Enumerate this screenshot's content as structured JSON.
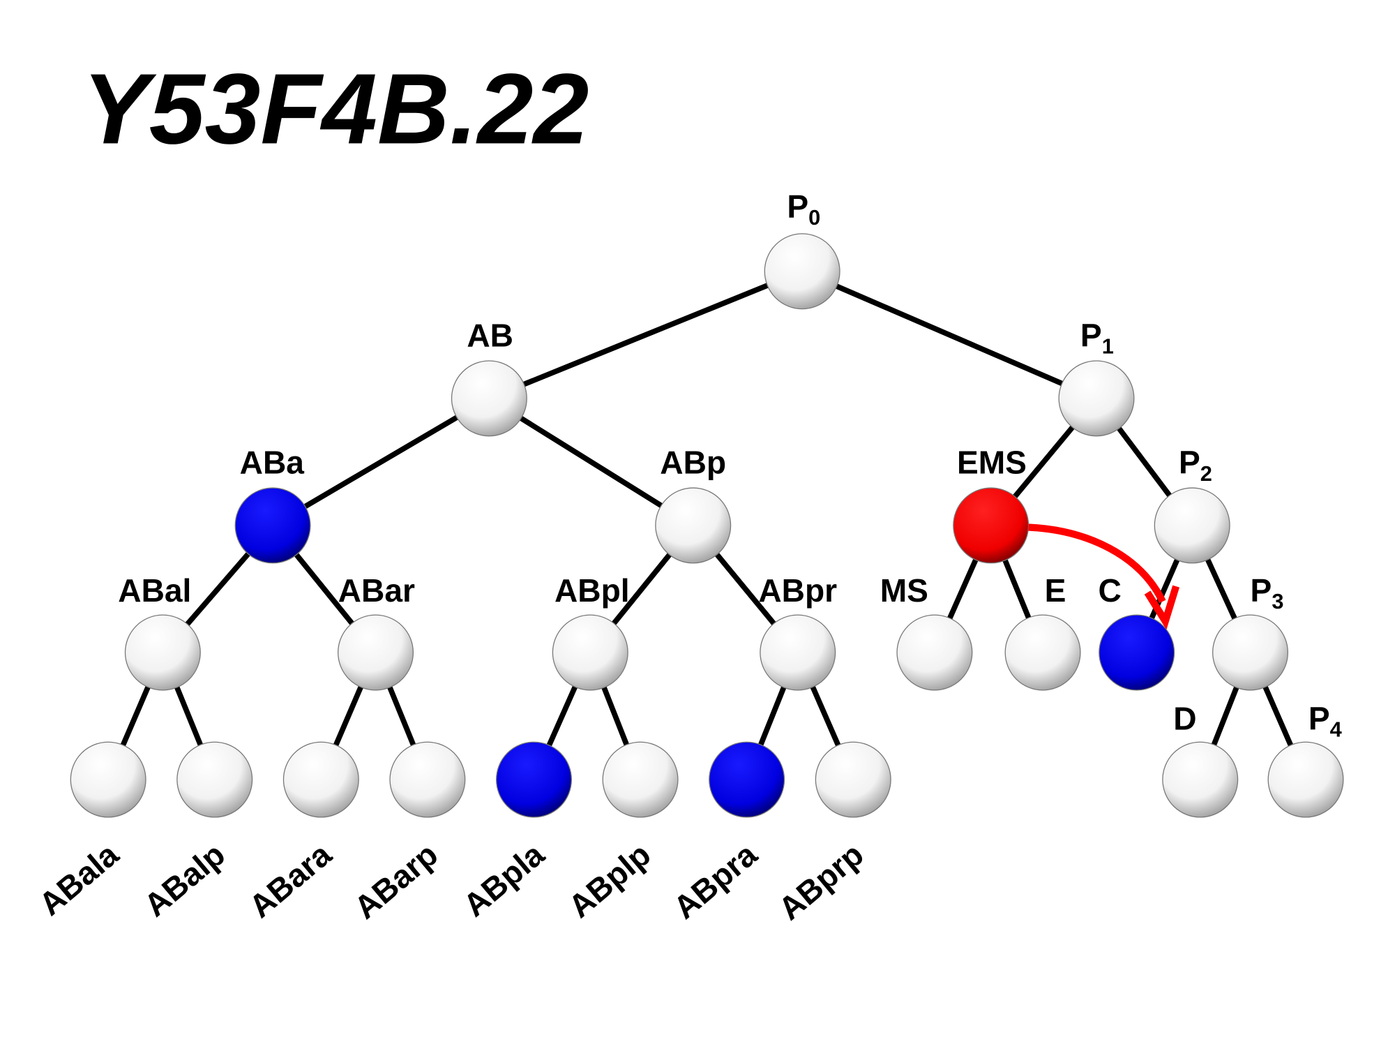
{
  "title": "Y53F4B.22",
  "colors": {
    "white": "#ffffff",
    "blue": "#0000ee",
    "red": "#ff0000",
    "arrow": "#ff0000"
  },
  "nodes": [
    {
      "id": "P0",
      "label": "P",
      "sub": "0",
      "color": "white"
    },
    {
      "id": "AB",
      "label": "AB",
      "sub": "",
      "color": "white"
    },
    {
      "id": "P1",
      "label": "P",
      "sub": "1",
      "color": "white"
    },
    {
      "id": "ABa",
      "label": "ABa",
      "sub": "",
      "color": "blue"
    },
    {
      "id": "ABp",
      "label": "ABp",
      "sub": "",
      "color": "white"
    },
    {
      "id": "EMS",
      "label": "EMS",
      "sub": "",
      "color": "red"
    },
    {
      "id": "P2",
      "label": "P",
      "sub": "2",
      "color": "white"
    },
    {
      "id": "ABal",
      "label": "ABal",
      "sub": "",
      "color": "white"
    },
    {
      "id": "ABar",
      "label": "ABar",
      "sub": "",
      "color": "white"
    },
    {
      "id": "ABpl",
      "label": "ABpl",
      "sub": "",
      "color": "white"
    },
    {
      "id": "ABpr",
      "label": "ABpr",
      "sub": "",
      "color": "white"
    },
    {
      "id": "MS",
      "label": "MS",
      "sub": "",
      "color": "white"
    },
    {
      "id": "E",
      "label": "E",
      "sub": "",
      "color": "white"
    },
    {
      "id": "C",
      "label": "C",
      "sub": "",
      "color": "blue"
    },
    {
      "id": "P3",
      "label": "P",
      "sub": "3",
      "color": "white"
    },
    {
      "id": "ABala",
      "label": "ABala",
      "sub": "",
      "color": "white"
    },
    {
      "id": "ABalp",
      "label": "ABalp",
      "sub": "",
      "color": "white"
    },
    {
      "id": "ABara",
      "label": "ABara",
      "sub": "",
      "color": "white"
    },
    {
      "id": "ABarp",
      "label": "ABarp",
      "sub": "",
      "color": "white"
    },
    {
      "id": "ABpla",
      "label": "ABpla",
      "sub": "",
      "color": "blue"
    },
    {
      "id": "ABplp",
      "label": "ABplp",
      "sub": "",
      "color": "white"
    },
    {
      "id": "ABpra",
      "label": "ABpra",
      "sub": "",
      "color": "blue"
    },
    {
      "id": "ABprp",
      "label": "ABprp",
      "sub": "",
      "color": "white"
    },
    {
      "id": "D",
      "label": "D",
      "sub": "",
      "color": "white"
    },
    {
      "id": "P4",
      "label": "P",
      "sub": "4",
      "color": "white"
    }
  ],
  "edges": [
    [
      "P0",
      "AB"
    ],
    [
      "P0",
      "P1"
    ],
    [
      "AB",
      "ABa"
    ],
    [
      "AB",
      "ABp"
    ],
    [
      "P1",
      "EMS"
    ],
    [
      "P1",
      "P2"
    ],
    [
      "ABa",
      "ABal"
    ],
    [
      "ABa",
      "ABar"
    ],
    [
      "ABp",
      "ABpl"
    ],
    [
      "ABp",
      "ABpr"
    ],
    [
      "EMS",
      "MS"
    ],
    [
      "EMS",
      "E"
    ],
    [
      "P2",
      "C"
    ],
    [
      "P2",
      "P3"
    ],
    [
      "ABal",
      "ABala"
    ],
    [
      "ABal",
      "ABalp"
    ],
    [
      "ABar",
      "ABara"
    ],
    [
      "ABar",
      "ABarp"
    ],
    [
      "ABpl",
      "ABpla"
    ],
    [
      "ABpl",
      "ABplp"
    ],
    [
      "ABpr",
      "ABpra"
    ],
    [
      "ABpr",
      "ABprp"
    ],
    [
      "P3",
      "D"
    ],
    [
      "P3",
      "P4"
    ]
  ],
  "arrow": {
    "from": "EMS",
    "to": "C"
  }
}
